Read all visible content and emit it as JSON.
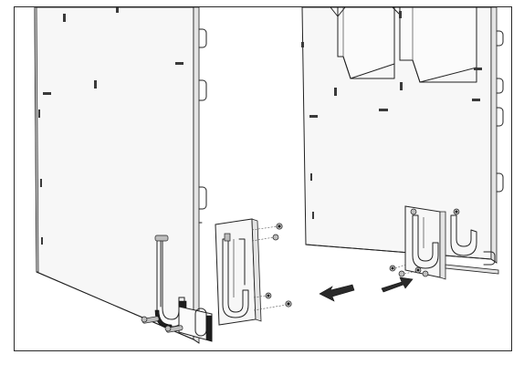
{
  "figure": {
    "kind": "assembly-instruction-illustration",
    "description_free": true,
    "arrows": {
      "left_direction": "left",
      "right_direction": "right"
    }
  }
}
